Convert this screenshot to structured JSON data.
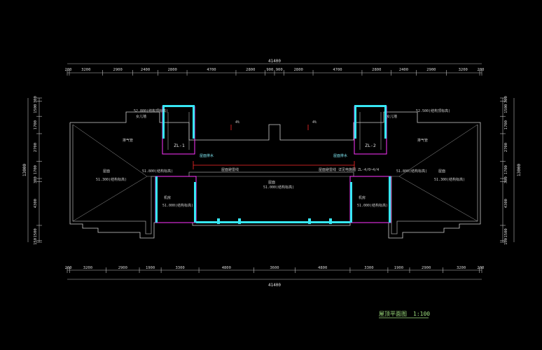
{
  "title": {
    "text": "屋顶平面图",
    "scale": "1:100"
  },
  "top_dims": {
    "total": "41400",
    "segments": [
      "200",
      "3200",
      "2900",
      "2400",
      "2800",
      "4700",
      "2800",
      "900",
      "900",
      "2800",
      "4700",
      "2800",
      "2400",
      "2900",
      "3200",
      "200"
    ]
  },
  "bottom_dims": {
    "total": "41400",
    "segments": [
      "200",
      "3200",
      "2900",
      "1900",
      "3300",
      "4800",
      "3600",
      "4800",
      "3300",
      "1900",
      "2900",
      "3200",
      "200"
    ]
  },
  "left_dims": {
    "total": "13000",
    "segments": [
      "300",
      "1500",
      "1700",
      "2700",
      "1700",
      "300",
      "4300",
      "1500",
      "150"
    ]
  },
  "right_dims": {
    "total": "13000",
    "segments": [
      "300",
      "1500",
      "1700",
      "2700",
      "1700",
      "300",
      "4300",
      "1500",
      "150"
    ]
  },
  "labels": {
    "elev_left_top": "52.800(结构顶标高)",
    "elev_right_top": "52.500(结构顶标高)",
    "elev_left_mid": "51.800(结构标高)",
    "elev_right_mid": "51.800(结构标高)",
    "elev_left_roof": "51.300(结构标高)",
    "elev_right_roof": "51.300(结构标高)",
    "elev_center": "51.000(结构标高)",
    "elev_left_room": "51.000(结构标高)",
    "elev_right_room": "51.000(结构标高)",
    "stair_left": "ZL-1",
    "stair_right": "ZL-2",
    "roof_left": "屋面",
    "roof_right": "屋面",
    "center_room": "屋面",
    "pipe_left": "排气管",
    "pipe_right": "排气管",
    "note_left": "屋面排水",
    "note_right": "屋面排水",
    "line_label": "屋面避雷线",
    "right_note": "屋面避雷线 详见电施图 ZL-4/0~4/4",
    "small_left": "女儿墙",
    "small_right": "女儿墙",
    "left_room_name": "机房",
    "right_room_name": "机房",
    "mark_a": "4%",
    "mark_b": "4%"
  },
  "colors": {
    "outline": "#d0d0d0",
    "core": "#ff35ff",
    "wall_highlight": "#37e7f5",
    "lightning": "#ff2a2a",
    "text_green": "#9fe07f"
  }
}
